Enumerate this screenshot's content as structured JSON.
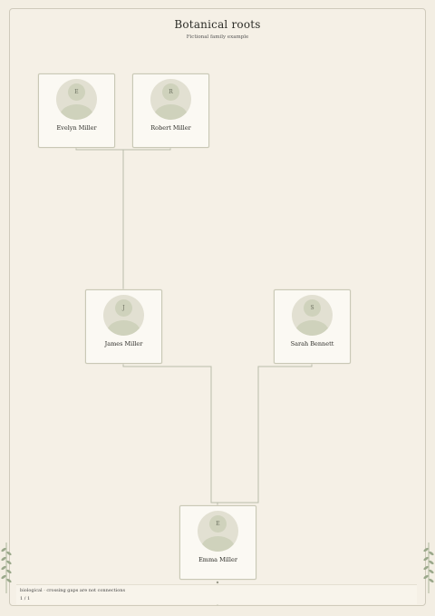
{
  "header": {
    "title": "Botanical roots",
    "subtitle": "Fictional family example"
  },
  "people": [
    {
      "id": "evelyn",
      "name": "Evelyn Miller",
      "initial": "E"
    },
    {
      "id": "robert",
      "name": "Robert Miller",
      "initial": "R"
    },
    {
      "id": "james",
      "name": "James Miller",
      "initial": "J"
    },
    {
      "id": "sarah",
      "name": "Sarah Bennett",
      "initial": "S"
    },
    {
      "id": "emma",
      "name": "Emma Miller",
      "initial": "E"
    }
  ],
  "legend": {
    "note": "biological · crossing gaps are not connections",
    "page": "1 / 1"
  },
  "colors": {
    "background": "#f3eee3",
    "card_border": "#c9c8b6",
    "connector": "#b9bcab",
    "avatar": "#cfd2bc",
    "leaf": "#9aa88a"
  }
}
